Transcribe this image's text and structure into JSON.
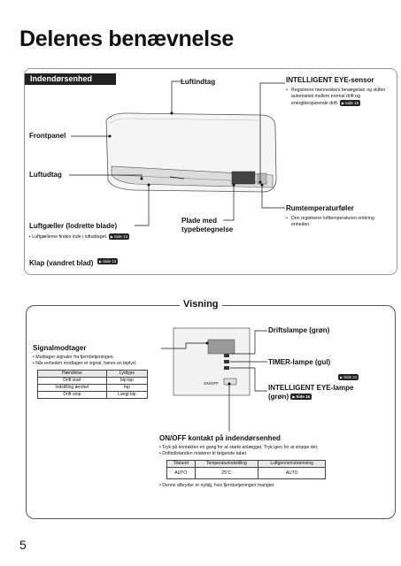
{
  "page_title": "Delenes benævnelse",
  "page_number": "5",
  "indoor": {
    "header": "Indendørsenhed",
    "air_intake": "Luftindtag",
    "eye_sensor_title": "INTELLIGENT EYE-sensor",
    "eye_sensor_desc": "Registrerer menneskers bevægelser og skifter automatisk mellem normal drift og energibesparende drift.",
    "eye_sensor_ref": "Side 16",
    "front_panel": "Frontpanel",
    "air_outlet": "Luftudtag",
    "louvers_title": "Luftgæller (lodrette blade)",
    "louvers_desc": "Luftgællerne findes inde i luftudtaget.",
    "louvers_ref": "Side 13",
    "nameplate": "Plade med typebetegnelse",
    "room_sensor_title": "Rumtemperaturføler",
    "room_sensor_desc": "Den registrerer lufttemperaturen omkring enheden.",
    "flap_title": "Klap (vandret blad)",
    "flap_ref": "Side 13"
  },
  "display": {
    "header": "Visning",
    "signal_title": "Signalmodtager",
    "signal_bullets": [
      "Modtager signaler fra fjernbetjeningen.",
      "Når enheden modtager et signal, høres en biplyd."
    ],
    "sound_table": {
      "headers": [
        "Hændelse",
        "Lydtype"
      ],
      "rows": [
        [
          "Drift start",
          "bip-bip"
        ],
        [
          "Indstilling ændret",
          "bip"
        ],
        [
          "Drift stop",
          "Langt bip"
        ]
      ]
    },
    "operation_lamp": "Driftslampe (grøn)",
    "timer_lamp": "TIMER-lampe (gul)",
    "timer_ref": "Side 21",
    "eye_lamp": "INTELLIGENT EYE-lampe (grøn)",
    "eye_lamp_ref": "Side 16",
    "onoff_label": "ON/OFF",
    "onoff_title": "ON/OFF kontakt på indendørsenhed",
    "onoff_bullets": [
      "Tryk på kontakten en gang for at starte anlægget. Tryk igen for at stoppe det.",
      "Driftstilstanden relaterer til følgende tabel."
    ],
    "mode_table": {
      "headers": [
        "Tilstand",
        "Temperaturindstilling",
        "Luftgennemstrømning"
      ],
      "row": [
        "AUTO",
        "25°C",
        "AUTO"
      ]
    },
    "onoff_note": "Denne afbryder er nyttig, hvis fjernbetjeningen mangler."
  }
}
